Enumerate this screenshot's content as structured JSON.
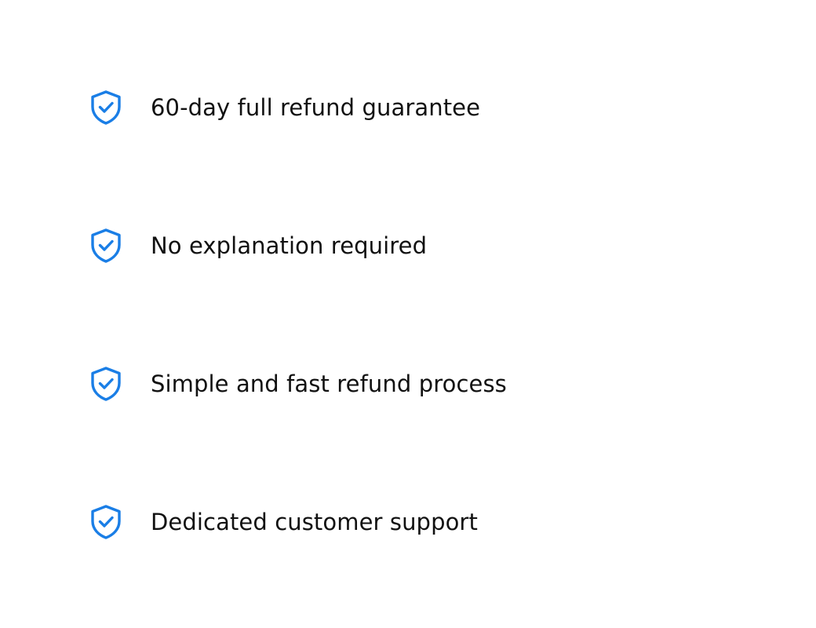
{
  "colors": {
    "accent": "#1a7ee6",
    "text": "#111111",
    "background": "#ffffff"
  },
  "features": [
    {
      "icon": "shield-check-icon",
      "label": "60-day full refund guarantee"
    },
    {
      "icon": "shield-check-icon",
      "label": "No explanation required"
    },
    {
      "icon": "shield-check-icon",
      "label": "Simple and fast refund process"
    },
    {
      "icon": "shield-check-icon",
      "label": "Dedicated customer support"
    }
  ]
}
